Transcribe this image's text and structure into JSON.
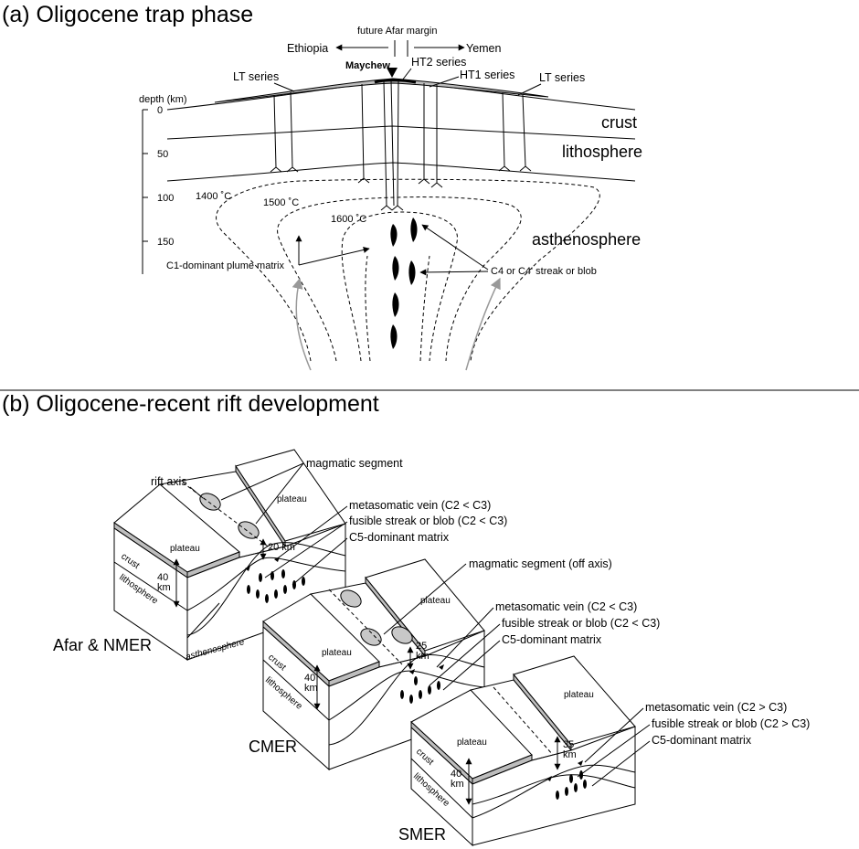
{
  "panel_a": {
    "title": "(a) Oligocene trap phase",
    "future_margin": "future Afar margin",
    "ethiopia": "Ethiopia",
    "yemen": "Yemen",
    "maychew": "Maychew",
    "ht2": "HT2 series",
    "ht1": "HT1 series",
    "lt_left": "LT series",
    "lt_right": "LT series",
    "depth_label": "depth (km)",
    "depth_ticks": [
      "0",
      "50",
      "100",
      "150"
    ],
    "crust": "crust",
    "lithosphere": "lithosphere",
    "asthenosphere": "asthenosphere",
    "t1400": "1400 ˚C",
    "t1500": "1500 ˚C",
    "t1600": "1600 ˚C",
    "plume_matrix": "C1-dominant plume matrix",
    "streak": "C4 or C4' streak or blob"
  },
  "panel_b": {
    "title": "(b) Oligocene-recent rift development",
    "block1": {
      "name": "Afar & NMER",
      "rift_axis": "rift axis",
      "magmatic_segment": "magmatic segment",
      "plateau_left": "plateau",
      "plateau_right": "plateau",
      "crust": "crust",
      "lithosphere": "lithosphere",
      "asthenosphere": "asthenosphere",
      "thick_40": "40",
      "thick_km": "km",
      "thin_20": "20 km",
      "vein": "metasomatic vein (C2 < C3)",
      "fusible": "fusible streak or blob (C2 < C3)",
      "matrix": "C5-dominant matrix"
    },
    "block2": {
      "name": "CMER",
      "magmatic_segment": "magmatic segment (off axis)",
      "plateau_left": "plateau",
      "plateau_right": "plateau",
      "crust": "crust",
      "lithosphere": "lithosphere",
      "thick_40": "40",
      "thick_km": "km",
      "thin_25": "25",
      "thin_km": "km",
      "vein": "metasomatic vein (C2 < C3)",
      "fusible": "fusible streak or blob (C2 < C3)",
      "matrix": "C5-dominant matrix"
    },
    "block3": {
      "name": "SMER",
      "plateau_left": "plateau",
      "plateau_right": "plateau",
      "crust": "crust",
      "lithosphere": "lithosphere",
      "thick_40": "40",
      "thick_km": "km",
      "thin_35": "35",
      "thin_km": "km",
      "vein": "metasomatic vein (C2 > C3)",
      "fusible": "fusible streak or blob (C2 > C3)",
      "matrix": "C5-dominant matrix"
    }
  }
}
